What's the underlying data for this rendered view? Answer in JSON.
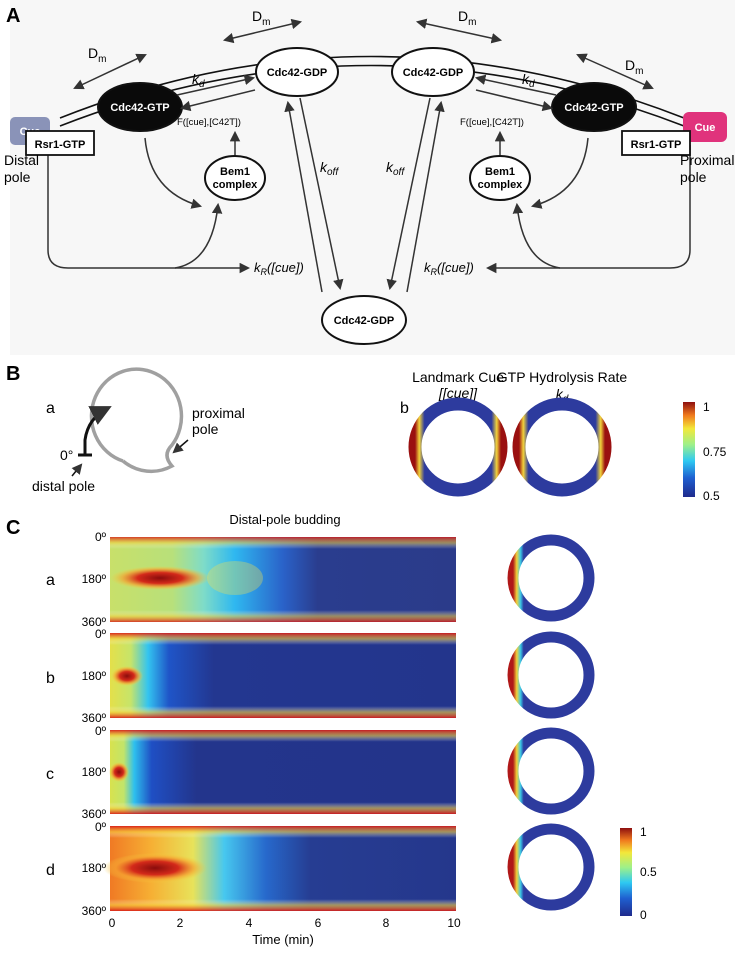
{
  "panel_a": {
    "letter": "A",
    "dm_label": "D",
    "dm_sub": "m",
    "kd_label": "k",
    "kd_sub": "d",
    "koff_label": "k",
    "koff_sub": "off",
    "kr_label": "k",
    "kr_sub": "R",
    "kr_arg": "([cue])",
    "f_label": "F([cue],[C42T])",
    "cdc42_gdp": "Cdc42-GDP",
    "cdc42_gtp": "Cdc42-GTP",
    "bem1_line1": "Bem1",
    "bem1_line2": "complex",
    "rsr1": "Rsr1-GTP",
    "cue": "Cue",
    "distal_line1": "Distal",
    "distal_line2": "pole",
    "proximal_line1": "Proximal",
    "proximal_line2": "pole",
    "colors": {
      "cue_distal": "#8a93b8",
      "cue_proximal": "#e0337c"
    }
  },
  "panel_b": {
    "letter": "B",
    "sub_a": "a",
    "sub_b": "b",
    "zero_deg": "0°",
    "proximal_line1": "proximal",
    "proximal_line2": "pole",
    "distal": "distal pole",
    "cue_title": "Landmark Cue",
    "cue_sub": "[cue]",
    "gtp_title": "GTP Hydrolysis Rate",
    "gtp_sub": "k",
    "gtp_sub2": "d",
    "colorbar_ticks": [
      "1",
      "0.75",
      "0.5"
    ]
  },
  "panel_c": {
    "letter": "C",
    "title": "Distal-pole budding",
    "rows": [
      "a",
      "b",
      "c",
      "d"
    ],
    "y_ticks": [
      "0º",
      "180º",
      "360º"
    ],
    "x_ticks": [
      "0",
      "2",
      "4",
      "6",
      "8",
      "10"
    ],
    "xlabel": "Time (min)",
    "colorbar_ticks": [
      "1",
      "0.5",
      "0"
    ]
  }
}
